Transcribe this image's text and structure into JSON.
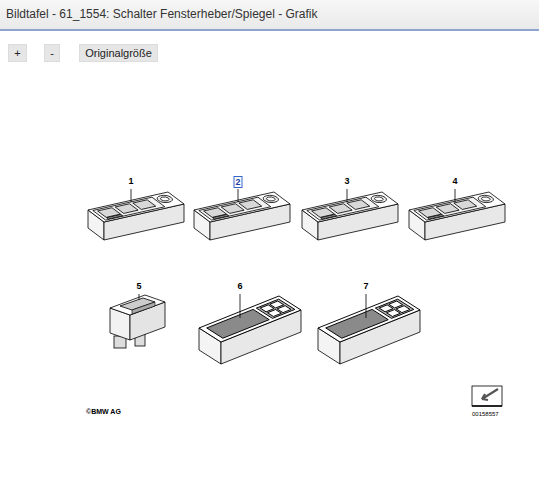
{
  "diagram": {
    "title": "Bildtafel - 61_1554: Schalter Fensterheber/Spiegel - Grafik",
    "nodes": [
      {
        "text": [
          "+"
        ]
      },
      {
        "text": [
          "-"
        ]
      },
      {
        "text": [
          "Originalgröße"
        ]
      }
    ],
    "labels": [
      "1",
      "2",
      "3",
      "4",
      "5",
      "6",
      "7",
      "©BMW AG",
      "00158557"
    ]
  }
}
